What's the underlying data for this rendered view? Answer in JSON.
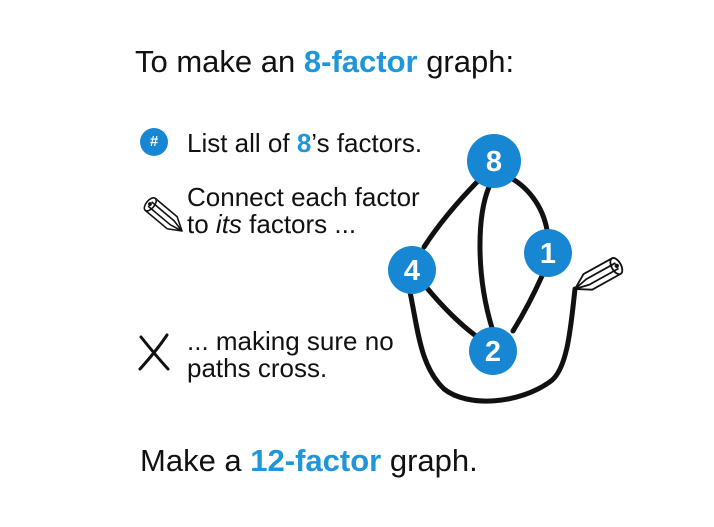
{
  "colors": {
    "accent": "#1e96d9",
    "node": "#1787d3",
    "ink": "#111111"
  },
  "title": {
    "pre": "To make an ",
    "highlight": "8-factor",
    "post": " graph:"
  },
  "steps": [
    {
      "icon": "number-sign-icon",
      "pre": "List all of ",
      "highlight": "8",
      "post": "’s factors."
    },
    {
      "icon": "pencil-icon",
      "line1": "Connect each factor",
      "line2_pre": "to ",
      "line2_italic": "its",
      "line2_post": " factors ..."
    },
    {
      "icon": "cross-icon",
      "line1": "... making sure no",
      "line2": "paths cross."
    }
  ],
  "icons": {
    "hash_glyph": "#",
    "step2": "pencil-icon",
    "step3": "cross-icon",
    "graph_tool": "pencil-icon"
  },
  "graph": {
    "nodes": [
      {
        "id": "8",
        "label": "8"
      },
      {
        "id": "4",
        "label": "4"
      },
      {
        "id": "1",
        "label": "1"
      },
      {
        "id": "2",
        "label": "2"
      }
    ],
    "edges": [
      [
        "8",
        "4"
      ],
      [
        "8",
        "2"
      ],
      [
        "8",
        "1"
      ],
      [
        "4",
        "2"
      ],
      [
        "1",
        "2"
      ],
      [
        "4",
        "1"
      ]
    ]
  },
  "footer": {
    "pre": "Make a ",
    "highlight": "12-factor",
    "post": " graph."
  }
}
